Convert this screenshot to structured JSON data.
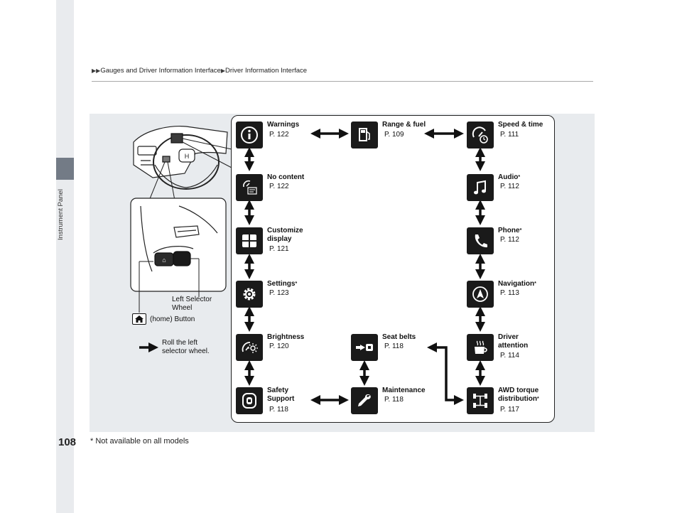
{
  "header": {
    "breadcrumb": [
      "Gauges and Driver Information Interface",
      "Driver Information Interface"
    ]
  },
  "sidebar": {
    "section_label": "Instrument Panel"
  },
  "page": {
    "number": "108"
  },
  "footnote": "* Not available on all models",
  "callouts": {
    "left_selector_line1": "Left Selector",
    "left_selector_line2": "Wheel",
    "home_button": "(home) Button",
    "roll_line1": "Roll the left",
    "roll_line2": "selector wheel."
  },
  "menu": {
    "warnings": {
      "name": "Warnings",
      "page": "P. 122"
    },
    "range_fuel": {
      "name": "Range & fuel",
      "page": "P. 109"
    },
    "speed_time": {
      "name": "Speed & time",
      "page": "P. 111"
    },
    "no_content": {
      "name": "No content",
      "page": "P. 122"
    },
    "audio": {
      "name": "Audio",
      "page": "P. 112"
    },
    "customize": {
      "name_line1": "Customize",
      "name_line2": "display",
      "page": "P. 121"
    },
    "phone": {
      "name": "Phone",
      "page": "P. 112"
    },
    "settings": {
      "name": "Settings",
      "page": "P. 123"
    },
    "navigation": {
      "name": "Navigation",
      "page": "P. 113"
    },
    "brightness": {
      "name": "Brightness",
      "page": "P. 120"
    },
    "seat_belts": {
      "name": "Seat belts",
      "page": "P. 118"
    },
    "driver_attention": {
      "name_line1": "Driver",
      "name_line2": "attention",
      "page": "P. 114"
    },
    "safety_support": {
      "name_line1": "Safety",
      "name_line2": "Support",
      "page": "P. 118"
    },
    "maintenance": {
      "name": "Maintenance",
      "page": "P. 118"
    },
    "awd_torque": {
      "name_line1": "AWD torque",
      "name_line2": "distribution",
      "page": "P. 117"
    },
    "footnote_mark": "*"
  },
  "colors": {
    "panel": "#e8ebee",
    "tile": "#1a1a1a",
    "arrow": "#111111",
    "sidebar_tab": "#737b86"
  }
}
